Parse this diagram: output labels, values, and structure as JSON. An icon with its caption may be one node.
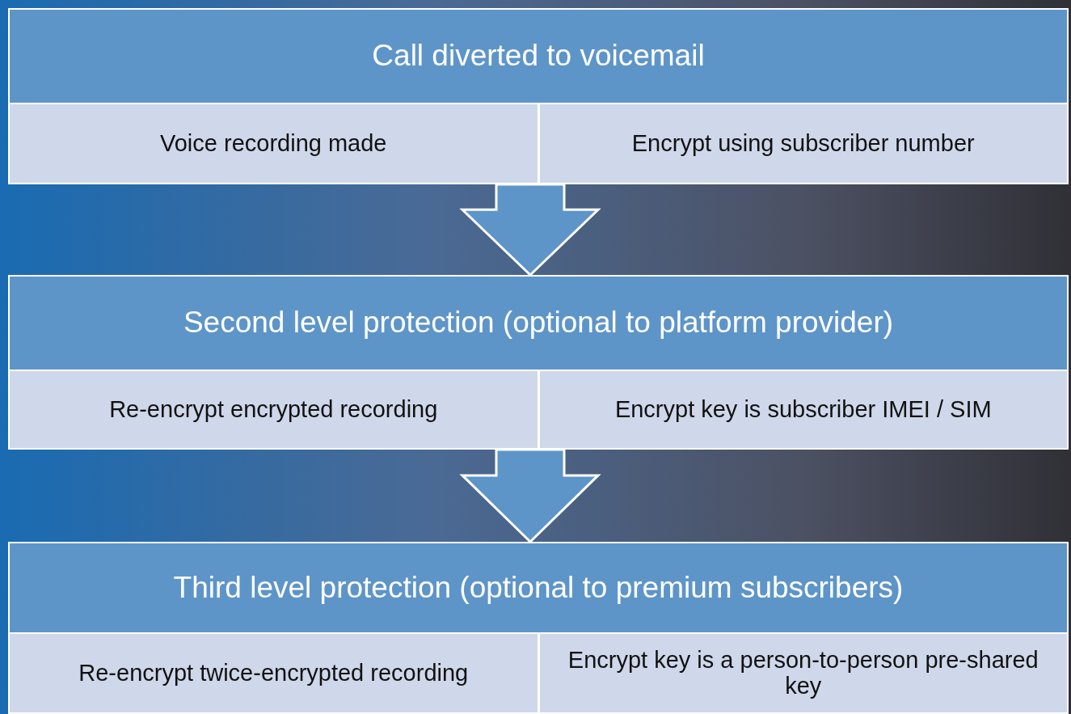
{
  "diagram": {
    "nodes": [
      {
        "text": [
          "Call diverted to voicemail"
        ]
      },
      {
        "text": [
          "Voice recording made"
        ],
        "in": 0
      },
      {
        "text": [
          "Encrypt using subscriber number"
        ],
        "in": 0
      },
      {
        "text": [
          "Second level protection (optional to platform provider)"
        ]
      },
      {
        "text": [
          "Re-encrypt encrypted recording"
        ],
        "in": 3
      },
      {
        "text": [
          "Encrypt key is subscriber IMEI / SIM"
        ],
        "in": 3
      },
      {
        "text": [
          "Third level protection (optional to premium subscribers)"
        ]
      },
      {
        "text": [
          "Re-encrypt twice-encrypted recording"
        ],
        "in": 6
      },
      {
        "text": [
          "Encrypt key is a person-to-person pre-shared key"
        ],
        "in": 6
      }
    ],
    "edges": [
      {
        "from": 0,
        "to": 3,
        "arrow": "to"
      },
      {
        "from": 3,
        "to": 6,
        "arrow": "to"
      }
    ]
  }
}
